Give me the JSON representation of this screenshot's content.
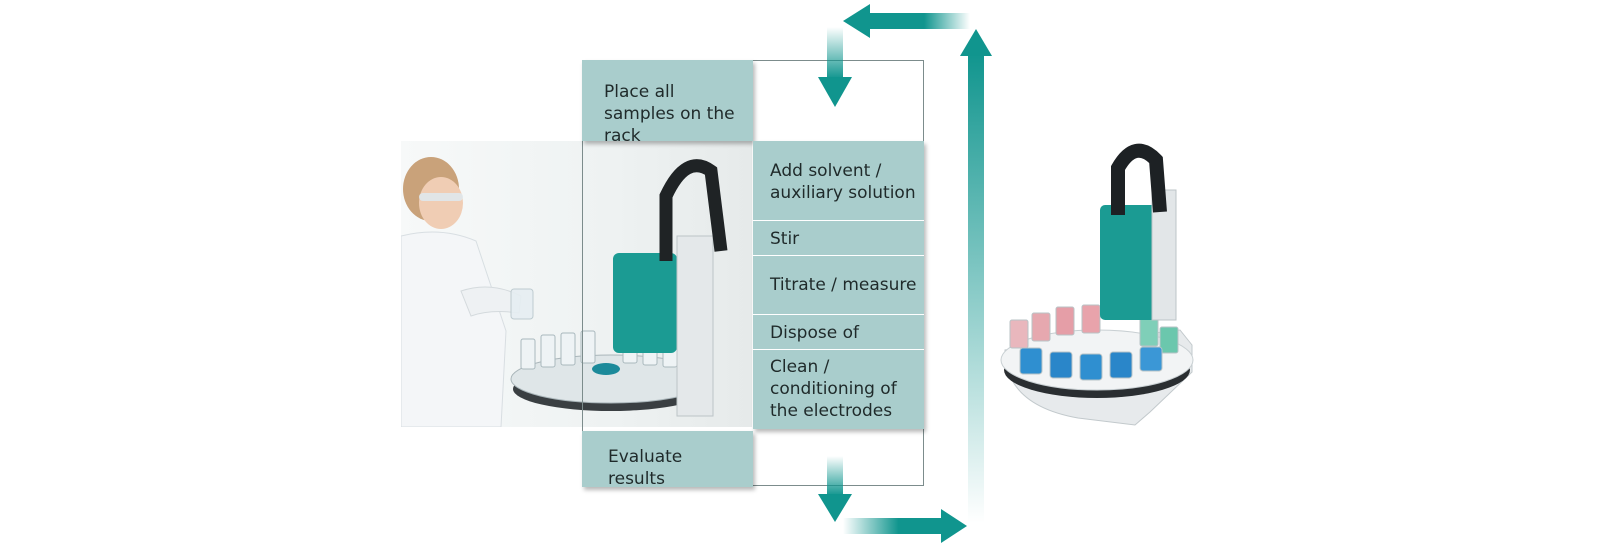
{
  "workflow": {
    "start_step": "Place all samples on the rack",
    "steps": [
      "Add solvent / auxiliary solution",
      "Stir",
      "Titrate / measure",
      "Dispose of",
      "Clean / conditioning of the electrodes"
    ],
    "end_step": "Evaluate results"
  },
  "colors": {
    "step_fill": "#a9cdcc",
    "arrow": "#10958e",
    "frame": "#7c8c8c"
  },
  "images": {
    "left": "scientist-with-sample-changer-photo",
    "right": "sample-processor-photo"
  }
}
